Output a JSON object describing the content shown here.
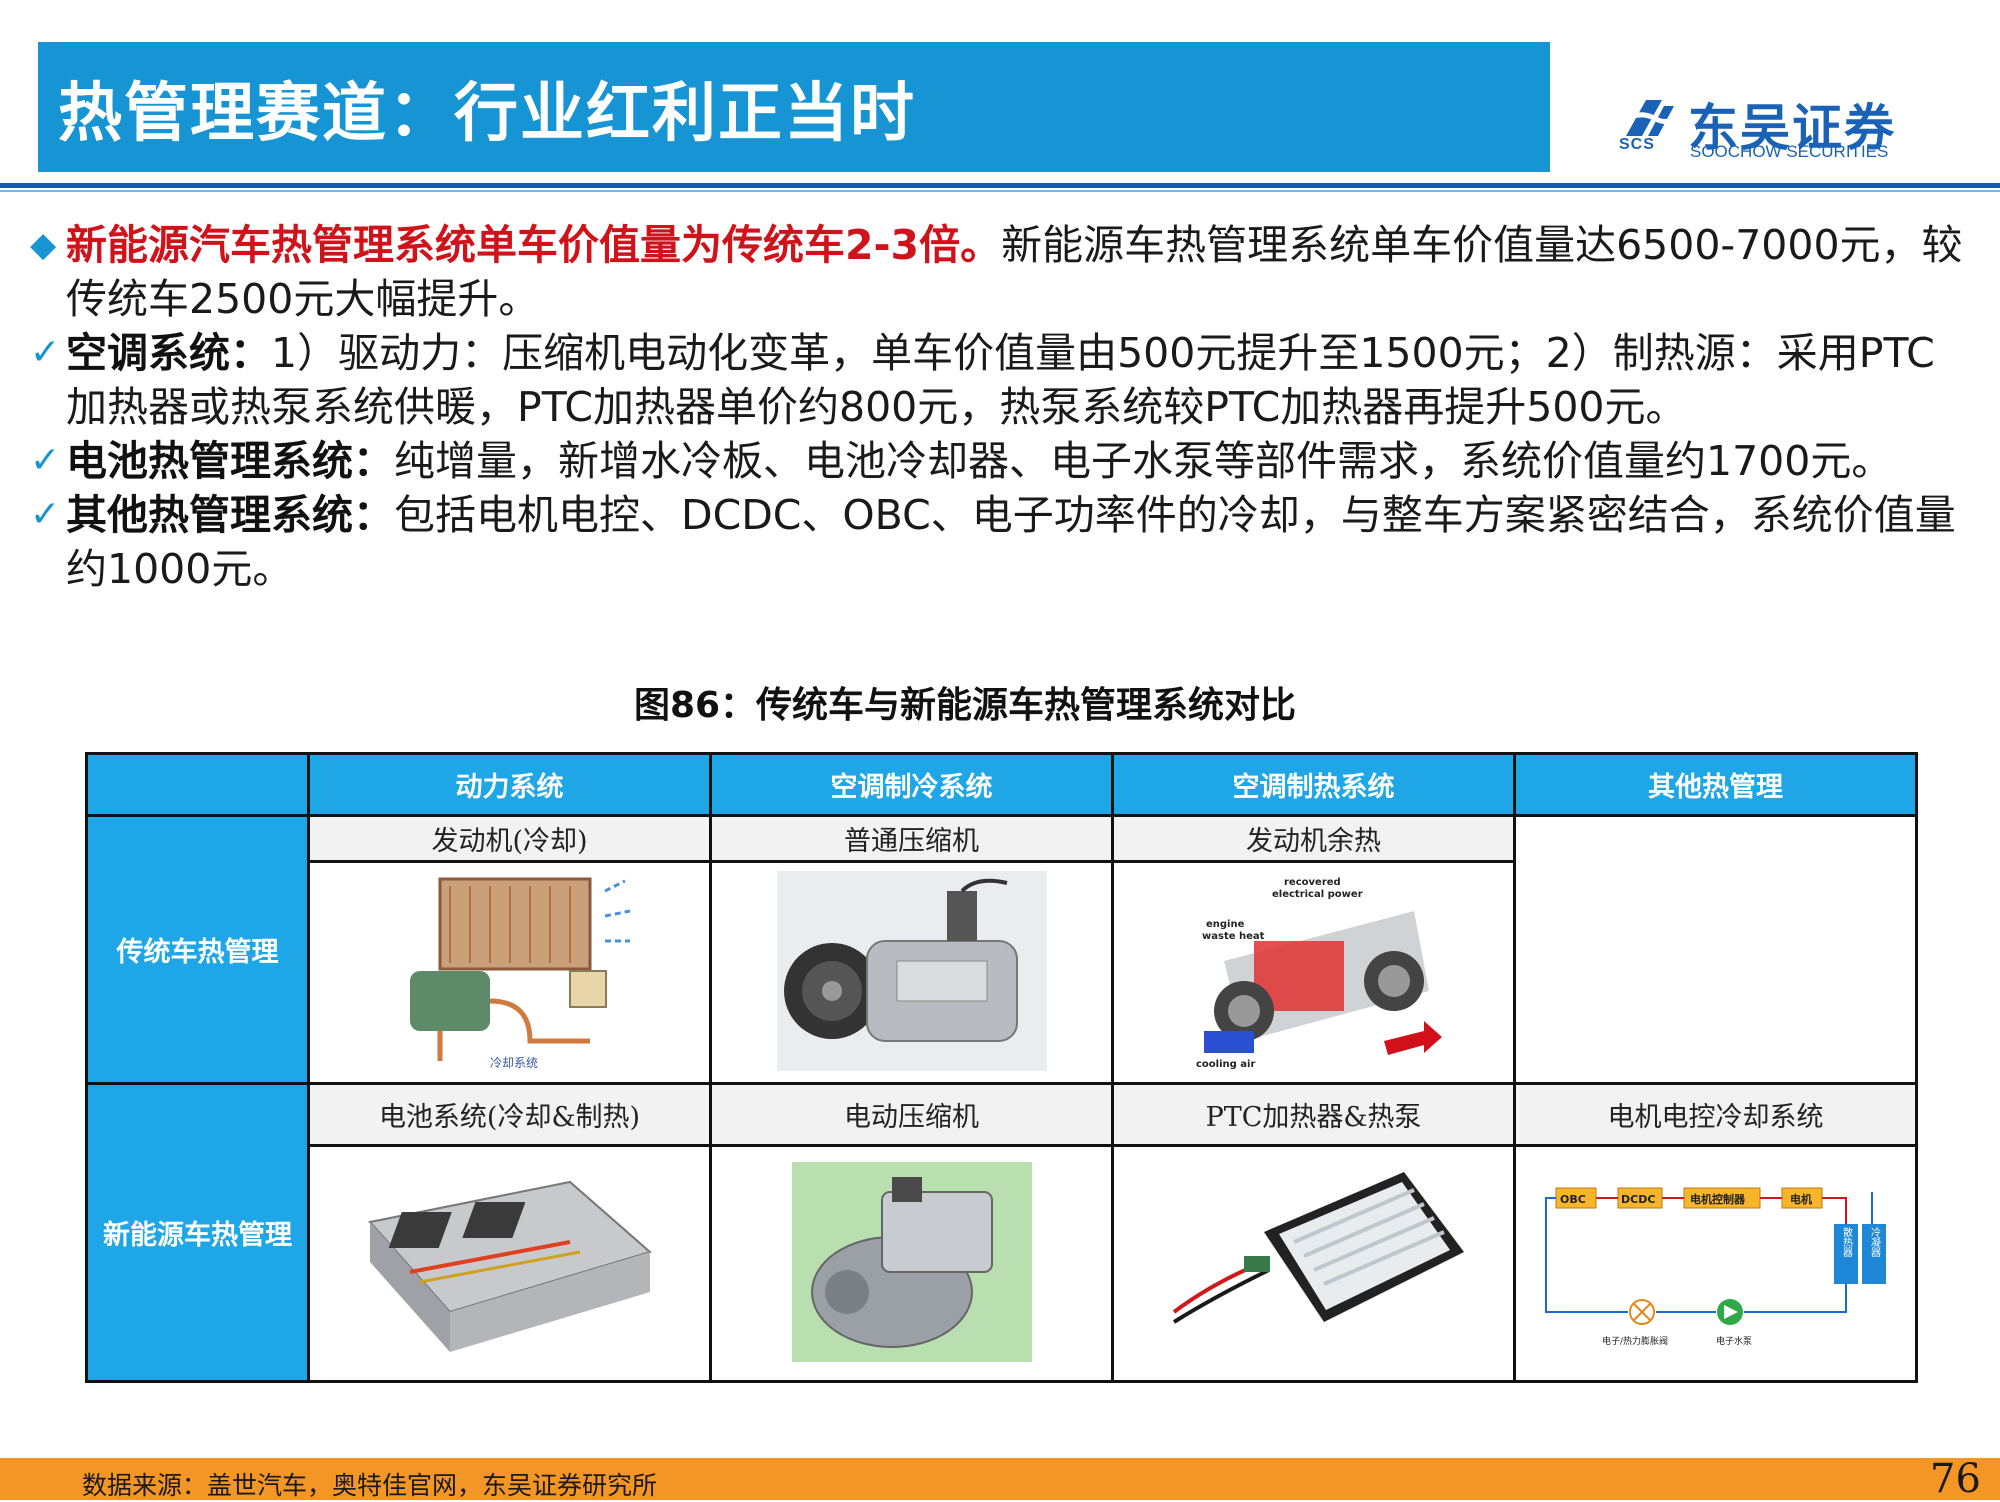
{
  "header": {
    "title": "热管理赛道：行业红利正当时",
    "logo_cn": "东吴证券",
    "logo_en": "SOOCHOW SECURITIES",
    "logo_mark": "SCS"
  },
  "bullets": [
    {
      "marker": "◆",
      "lead": "新能源汽车热管理系统单车价值量为传统车2-3倍。",
      "text": "新能源车热管理系统单车价值量达6500-7000元，较传统车2500元大幅提升。"
    },
    {
      "marker": "✓",
      "lead": "空调系统：",
      "text": "1）驱动力：压缩机电动化变革，单车价值量由500元提升至1500元；2）制热源：采用PTC加热器或热泵系统供暖，PTC加热器单价约800元，热泵系统较PTC加热器再提升500元。"
    },
    {
      "marker": "✓",
      "lead": "电池热管理系统：",
      "text": "纯增量，新增水冷板、电池冷却器、电子水泵等部件需求，系统价值量约1700元。"
    },
    {
      "marker": "✓",
      "lead": "其他热管理系统：",
      "text": "包括电机电控、DCDC、OBC、电子功率件的冷却，与整车方案紧密结合，系统价值量约1000元。"
    }
  ],
  "figure": {
    "caption": "图86：传统车与新能源车热管理系统对比",
    "columns": [
      "动力系统",
      "空调制冷系统",
      "空调制热系统",
      "其他热管理"
    ],
    "rows": [
      {
        "label": "传统车热管理",
        "cells": [
          "发动机(冷却)",
          "普通压缩机",
          "发动机余热",
          ""
        ]
      },
      {
        "label": "新能源车热管理",
        "cells": [
          "电池系统(冷却&制热)",
          "电动压缩机",
          "PTC加热器&热泵",
          "电机电控冷却系统"
        ]
      }
    ],
    "image_texts": {
      "cooling_system": "冷却系统",
      "recovered": "recovered",
      "electrical_power": "electrical power",
      "engine": "engine",
      "waste_heat": "waste heat",
      "cooling_air": "cooling air",
      "obc": "OBC",
      "dcdc": "DCDC",
      "motor_controller": "电机控制器",
      "motor": "电机",
      "radiator": "散热器",
      "condenser": "冷凝器",
      "valve": "电子/热力膨胀阀",
      "pump": "电子水泵"
    }
  },
  "footer": {
    "source": "数据来源：盖世汽车，奥特佳官网，东吴证券研究所",
    "page": "76"
  },
  "colors": {
    "title_bg": "#1694d4",
    "accent_red": "#d0121b",
    "table_header": "#1ea6e6",
    "footer": "#f39626",
    "logo": "#1a62b5"
  }
}
